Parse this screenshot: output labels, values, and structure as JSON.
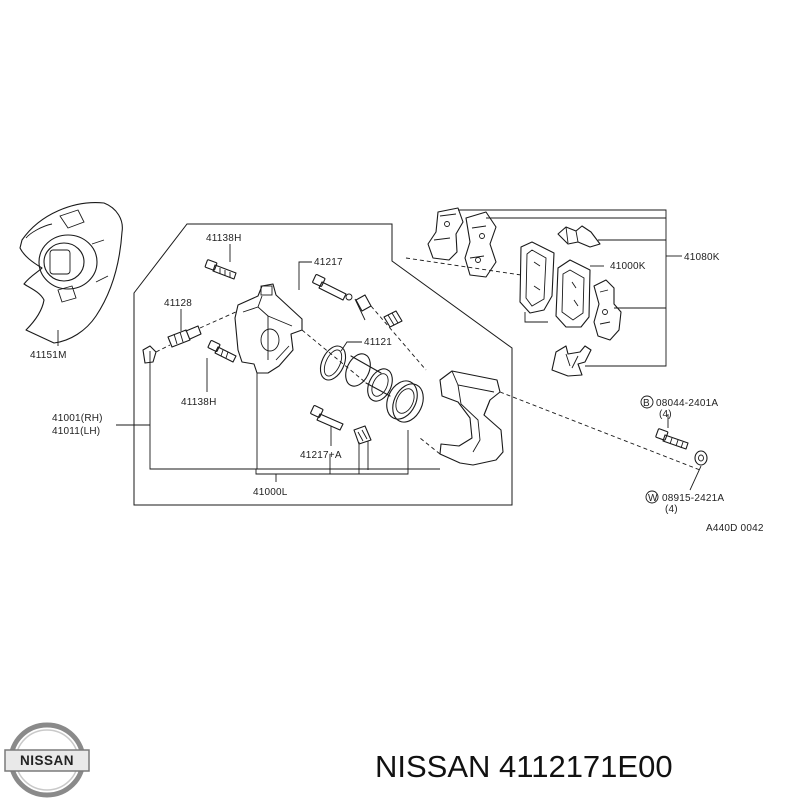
{
  "diagram": {
    "labels": {
      "splash_shield": "41151M",
      "pin_bolt_top": "41138H",
      "pin_bolt_bottom": "41138H",
      "sleeve_top": "41217",
      "bleeder": "41128",
      "piston_seal": "41121",
      "caliper_side_1": "41001(RH)",
      "caliper_side_2": "41011(LH)",
      "boot_kit": "41217+A",
      "caliper_assembly": "41000L",
      "pad_kit": "41080K",
      "pad_set": "41000K",
      "bolt_number": "08044-2401A",
      "bolt_qty": "(4)",
      "washer_number": "08915-2421A",
      "washer_qty": "(4)",
      "bolt_marker": "B",
      "washer_marker": "W",
      "drawing_code": "A440D 0042"
    }
  },
  "brand": {
    "logo_text": "NISSAN",
    "caption": "NISSAN 4112171E00"
  }
}
